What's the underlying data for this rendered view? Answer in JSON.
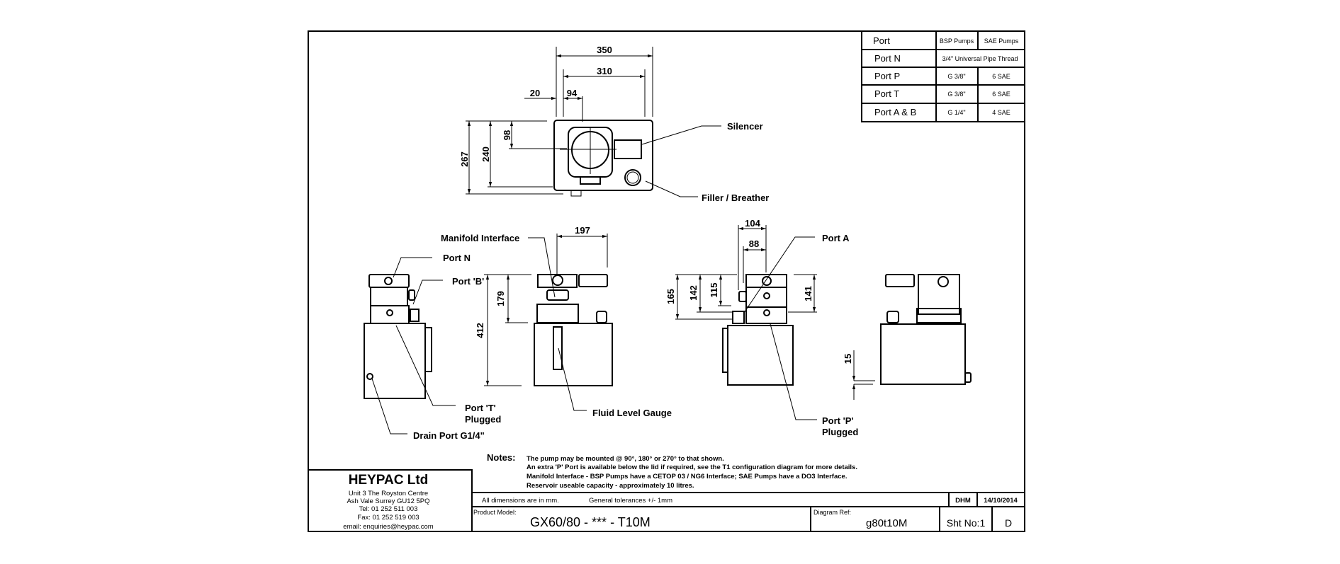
{
  "port_table": {
    "headers": [
      "Port",
      "BSP Pumps",
      "SAE Pumps"
    ],
    "rows": [
      {
        "port": "Port N",
        "span": "3/4\" Universal  Pipe Thread"
      },
      {
        "port": "Port P",
        "bsp": "G 3/8\"",
        "sae": "6 SAE"
      },
      {
        "port": "Port T",
        "bsp": "G 3/8\"",
        "sae": "6 SAE"
      },
      {
        "port": "Port A & B",
        "bsp": "G 1/4\"",
        "sae": "4 SAE"
      }
    ]
  },
  "top_view": {
    "dims": {
      "d350": "350",
      "d310": "310",
      "d20": "20",
      "d94": "94",
      "d267": "267",
      "d240": "240",
      "d98": "98"
    },
    "labels": {
      "silencer": "Silencer",
      "filler": "Filler / Breather"
    }
  },
  "side_views": {
    "labels": {
      "manifold": "Manifold Interface",
      "port_n": "Port N",
      "port_b": "Port 'B'",
      "port_t": "Port 'T'",
      "port_t_plugged": "Plugged",
      "drain": "Drain Port G1/4\"",
      "fluid_gauge": "Fluid Level Gauge",
      "port_a": "Port A",
      "port_p": "Port 'P'",
      "port_p_plugged": "Plugged"
    },
    "dims": {
      "d197": "197",
      "d179": "179",
      "d412": "412",
      "d104": "104",
      "d88": "88",
      "d165": "165",
      "d142": "142",
      "d115": "115",
      "d141": "141",
      "d15": "15"
    }
  },
  "notes": {
    "heading": "Notes:",
    "lines": [
      "The pump may be mounted @ 90°, 180° or 270° to that shown.",
      "An extra 'P' Port is available below the lid if required, see the T1 configuration diagram for more details.",
      "Manifold Interface - BSP Pumps have a CETOP 03 / NG6 Interface;  SAE Pumps have a DO3 Interface.",
      "Reservoir useable capacity - approximately 10 litres."
    ]
  },
  "company": {
    "name": "HEYPAC Ltd",
    "address": [
      "Unit 3 The Royston Centre",
      "Ash Vale     Surrey     GU12 5PQ",
      "Tel: 01 252 511 003",
      "Fax: 01 252 519 003",
      "email: enquiries@heypac.com"
    ]
  },
  "title_block": {
    "dimensions_note": "All dimensions are in mm.",
    "tolerance_note": "General tolerances +/- 1mm",
    "drawn_by": "DHM",
    "date": "14/10/2014",
    "product_model_label": "Product Model:",
    "product_model": "GX60/80 - *** - T10M",
    "diagram_ref_label": "Diagram Ref:",
    "diagram_ref": "g80t10M",
    "sheet": "Sht No:1",
    "revision": "D"
  }
}
